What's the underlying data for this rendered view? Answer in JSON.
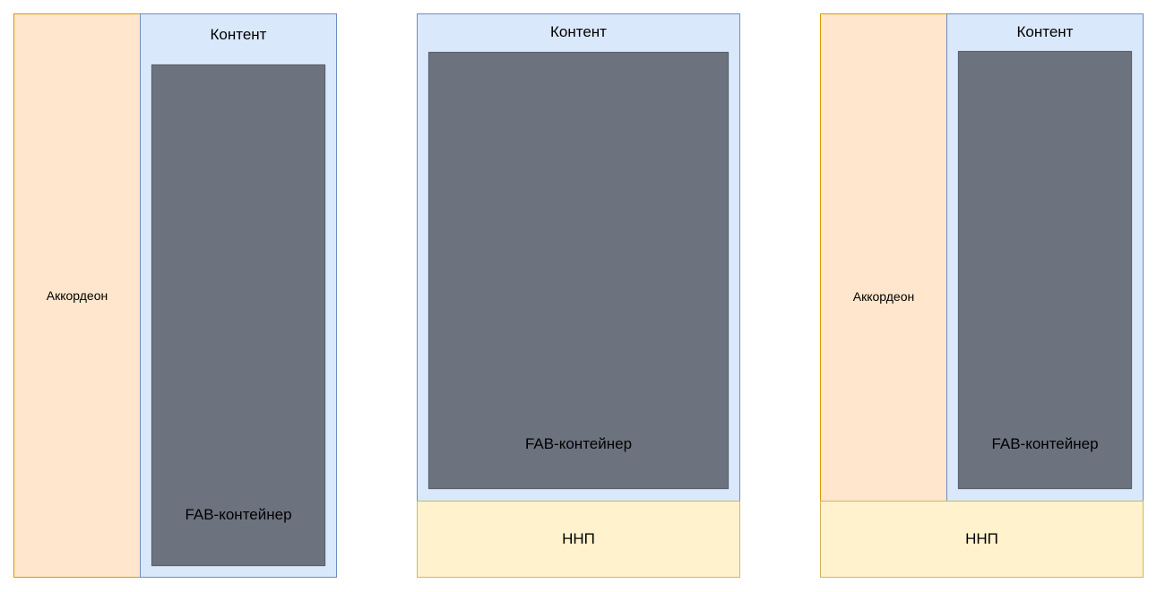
{
  "colors": {
    "accordion_fill": "#ffe6cc",
    "accordion_stroke": "#d79b00",
    "content_fill": "#dae8fc",
    "content_stroke": "#6c8ebf",
    "fab_fill": "#6c737e",
    "nnp_fill": "#fff2cc",
    "nnp_stroke": "#d6b656"
  },
  "layout1": {
    "accordion_label": "Аккордеон",
    "content_label": "Контент",
    "fab_label": "FAB-контейнер"
  },
  "layout2": {
    "content_label": "Контент",
    "fab_label": "FAB-контейнер",
    "nnp_label": "ННП"
  },
  "layout3": {
    "accordion_label": "Аккордеон",
    "content_label": "Контент",
    "fab_label": "FAB-контейнер",
    "nnp_label": "ННП"
  }
}
